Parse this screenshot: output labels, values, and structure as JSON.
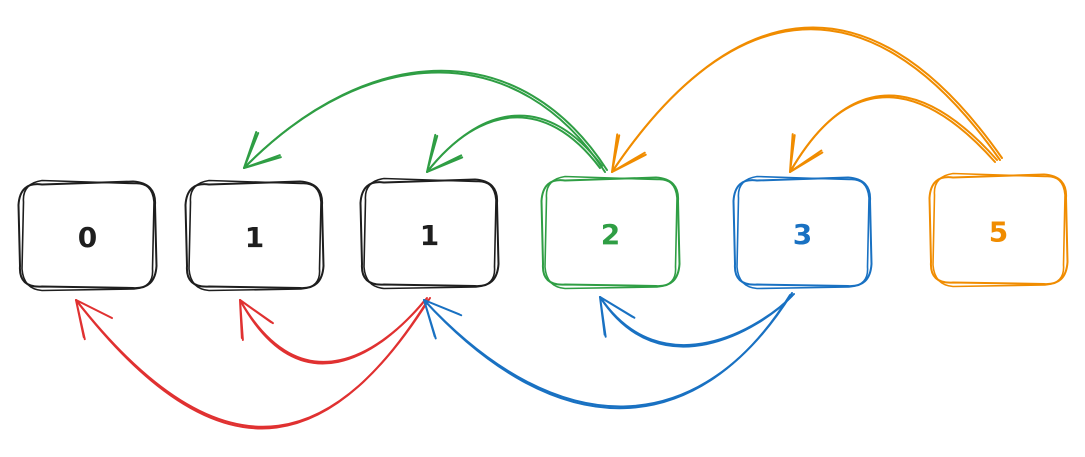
{
  "colors": {
    "black": "#1e1e1e",
    "green": "#2f9e44",
    "blue": "#1971c2",
    "orange": "#f08c00",
    "red": "#e03131"
  },
  "boxes": [
    {
      "label": "0",
      "color": "black"
    },
    {
      "label": "1",
      "color": "black"
    },
    {
      "label": "1",
      "color": "black"
    },
    {
      "label": "2",
      "color": "green"
    },
    {
      "label": "3",
      "color": "blue"
    },
    {
      "label": "5",
      "color": "orange"
    }
  ],
  "edges": [
    {
      "from": 3,
      "to": 1,
      "color": "green"
    },
    {
      "from": 3,
      "to": 2,
      "color": "green"
    },
    {
      "from": 5,
      "to": 3,
      "color": "orange"
    },
    {
      "from": 5,
      "to": 4,
      "color": "orange"
    },
    {
      "from": 2,
      "to": 0,
      "color": "red"
    },
    {
      "from": 2,
      "to": 1,
      "color": "red"
    },
    {
      "from": 4,
      "to": 2,
      "color": "blue"
    },
    {
      "from": 4,
      "to": 3,
      "color": "blue"
    }
  ]
}
